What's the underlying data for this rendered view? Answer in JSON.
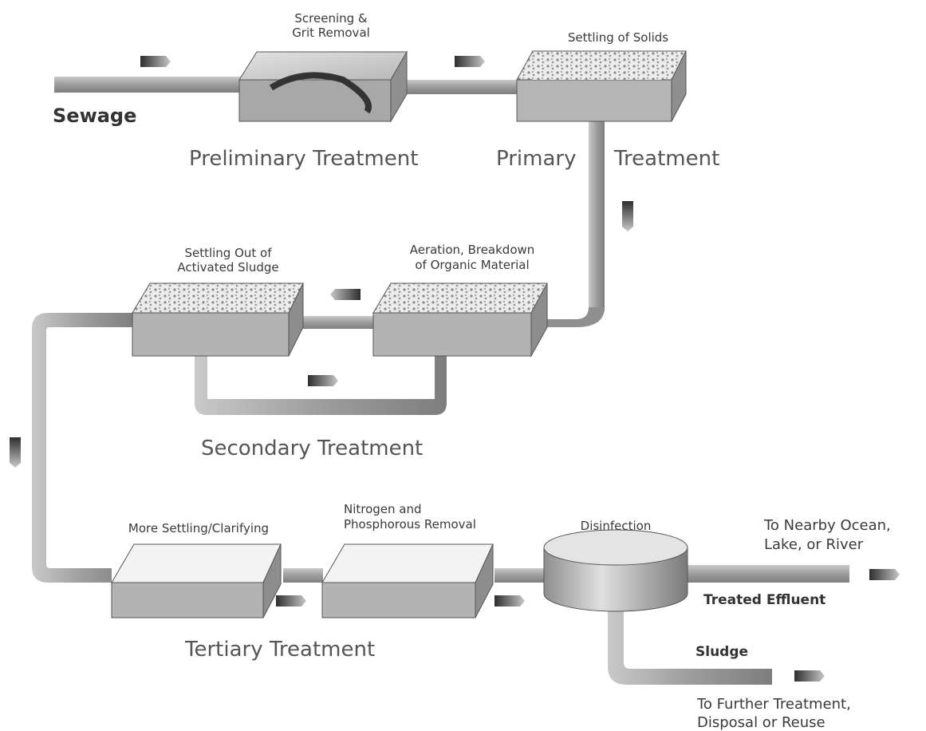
{
  "labels": {
    "sewage": "Sewage",
    "screening": [
      "Screening &",
      "Grit Removal"
    ],
    "settling_solids": "Settling of Solids",
    "preliminary": "Preliminary Treatment",
    "primary": "Primary",
    "primary_treatment": "Treatment",
    "aeration": [
      "Aeration, Breakdown",
      "of Organic Material"
    ],
    "settling_sludge": [
      "Settling Out of",
      "Activated Sludge"
    ],
    "secondary": "Secondary Treatment",
    "more_settling": "More Settling/Clarifying",
    "nitrogen": [
      "Nitrogen and",
      "Phosphorous Removal"
    ],
    "disinfection": "Disinfection",
    "tertiary": "Tertiary Treatment",
    "ocean": [
      "To Nearby Ocean,",
      "Lake, or River"
    ],
    "treated_effluent": "Treated Effluent",
    "sludge": "Sludge",
    "further": [
      "To Further Treatment,",
      "Disposal or Reuse"
    ]
  },
  "colors": {
    "pipe": "#9a9a9a",
    "pipe_highlight": "#c8c8c8",
    "tank_front": "#b5b5b5",
    "tank_top": "#d4d4d4",
    "arrow_dark": "#444444",
    "arrow_light": "#bdbdbd"
  }
}
